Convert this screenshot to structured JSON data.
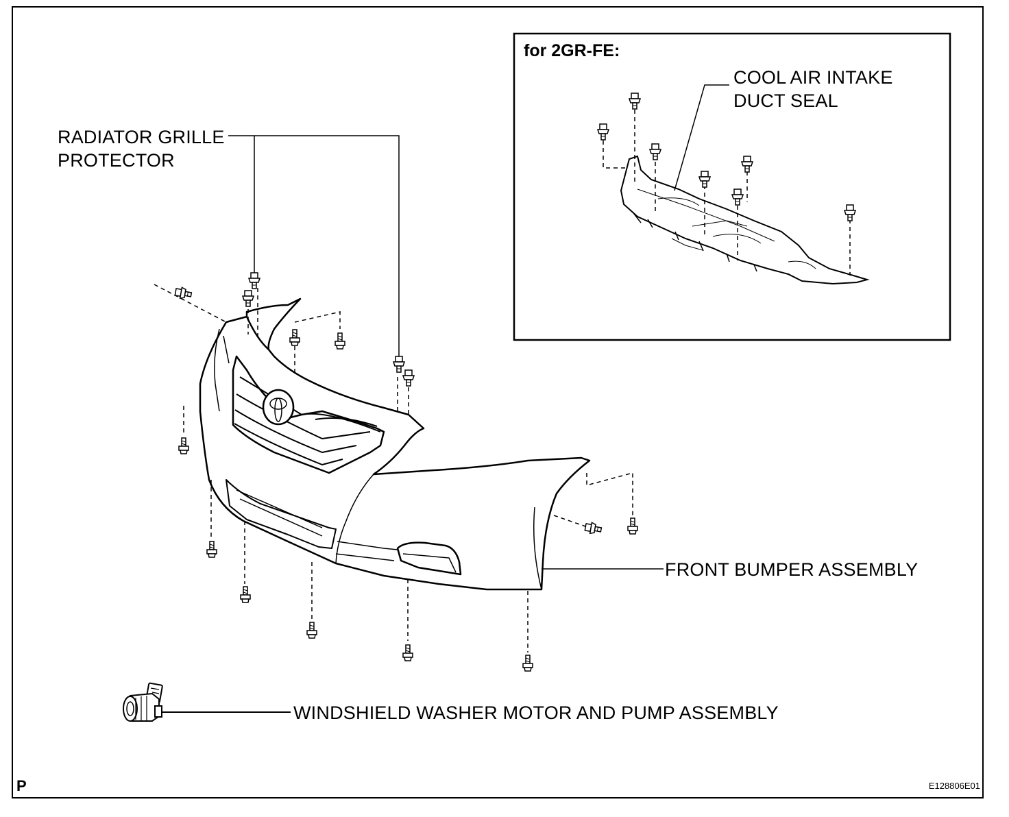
{
  "inset": {
    "title": "for 2GR-FE:",
    "cool_air_line1": "COOL AIR INTAKE",
    "cool_air_line2": "DUCT SEAL"
  },
  "labels": {
    "grille_line1": "RADIATOR GRILLE",
    "grille_line2": "PROTECTOR",
    "front_bumper": "FRONT BUMPER ASSEMBLY",
    "washer": "WINDSHIELD WASHER MOTOR AND PUMP ASSEMBLY"
  },
  "footer": {
    "corner_mark": "P",
    "illustration_code": "E128806E01"
  }
}
